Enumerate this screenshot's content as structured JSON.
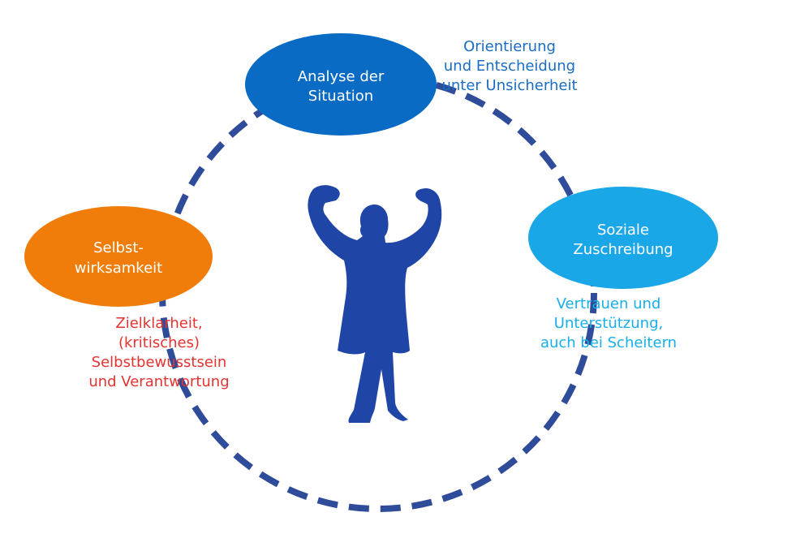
{
  "colors": {
    "ring": "#2E4C9A",
    "analysis_node": "#0A6BC4",
    "social_node": "#1AA7E8",
    "selfefficacy_node": "#F07D0A",
    "figure": "#1F45A6",
    "orientation_text": "#1A6CC4",
    "trust_text": "#18AEEC",
    "clarity_text": "#E53330",
    "node_text": "#ffffff"
  },
  "nodes": {
    "analysis": {
      "label_lines": [
        "Analyse der",
        "Situation"
      ]
    },
    "social": {
      "label_lines": [
        "Soziale",
        "Zuschreibung"
      ]
    },
    "selfefficacy": {
      "label_lines": [
        "Selbst-",
        "wirksamkeit"
      ]
    }
  },
  "annotations": {
    "orientation": {
      "lines": [
        "Orientierung",
        "und Entscheidung",
        "unter Unsicherheit"
      ]
    },
    "trust": {
      "lines": [
        "Vertrauen und",
        "Unterstützung,",
        "auch bei Scheitern"
      ]
    },
    "clarity": {
      "lines": [
        "Zielklarheit,",
        "(kritisches)",
        "Selbstbewusstsein",
        "und Verantwortung"
      ]
    }
  },
  "icons": {
    "center": "person-flexing-icon"
  }
}
